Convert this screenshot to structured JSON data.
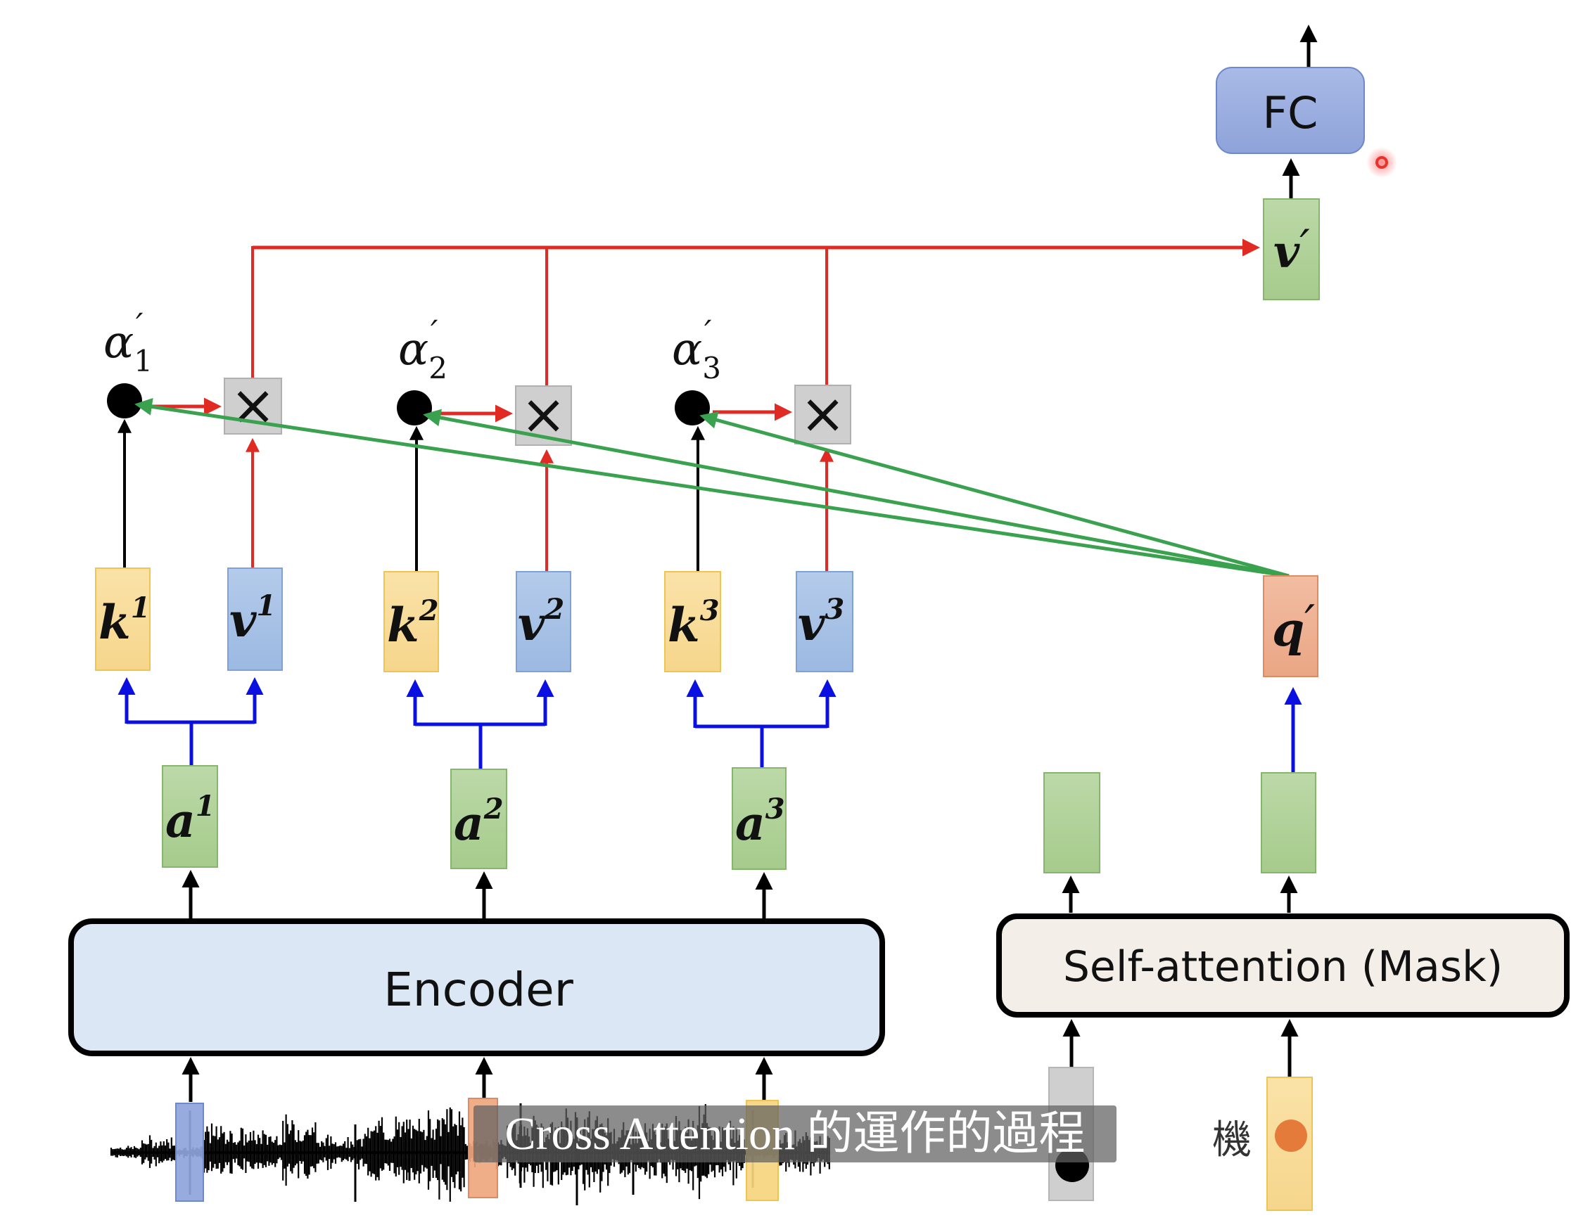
{
  "diagram": {
    "title_subtitle": "Cross Attention 的運作的過程",
    "colors": {
      "key_fill": "#f8dc9c",
      "key_border": "#eec552",
      "value_fill": "#a8c2e6",
      "value_border": "#7ea2d5",
      "embedding_fill": "#aacd94",
      "embedding_border": "#86b56e",
      "query_fill": "#eeb092",
      "query_border": "#de8a63",
      "fc_fill": "#9aaee0",
      "fc_border": "#6f88cc",
      "mult_fill": "#cfcfcf",
      "red_flow": "#e02a24",
      "green_flow": "#3aa24e",
      "blue_flow": "#0a10e0",
      "encoder_fill": "#dbe7f5",
      "decoder_block_fill": "#f3efe8",
      "begin_token_fill": "#cfcfcf",
      "char_token_fill": "#f8dc9c",
      "char_token_dot": "#e57b3a",
      "pointer_dot": "#e8322c"
    },
    "encoder": {
      "label": "Encoder",
      "inputs": [
        {
          "name": "frame-1",
          "color": "#8ea4dc"
        },
        {
          "name": "frame-2",
          "color": "#eea67e"
        },
        {
          "name": "frame-3",
          "color": "#f6d47e"
        }
      ],
      "outputs": [
        {
          "base": "a",
          "sup": "1"
        },
        {
          "base": "a",
          "sup": "2"
        },
        {
          "base": "a",
          "sup": "3"
        }
      ]
    },
    "keys": [
      {
        "base": "k",
        "sup": "1"
      },
      {
        "base": "k",
        "sup": "2"
      },
      {
        "base": "k",
        "sup": "3"
      }
    ],
    "values": [
      {
        "base": "v",
        "sup": "1"
      },
      {
        "base": "v",
        "sup": "2"
      },
      {
        "base": "v",
        "sup": "3"
      }
    ],
    "attention_scores": [
      {
        "base": "α",
        "sub": "1",
        "prime": "′"
      },
      {
        "base": "α",
        "sub": "2",
        "prime": "′"
      },
      {
        "base": "α",
        "sub": "3",
        "prime": "′"
      }
    ],
    "multiply_symbol": "×",
    "query": {
      "base": "q",
      "prime": "′"
    },
    "weighted_sum": {
      "base": "v",
      "prime": "′"
    },
    "fc": {
      "label": "FC"
    },
    "decoder": {
      "block_label": "Self-attention (Mask)",
      "input_char": "機"
    }
  }
}
